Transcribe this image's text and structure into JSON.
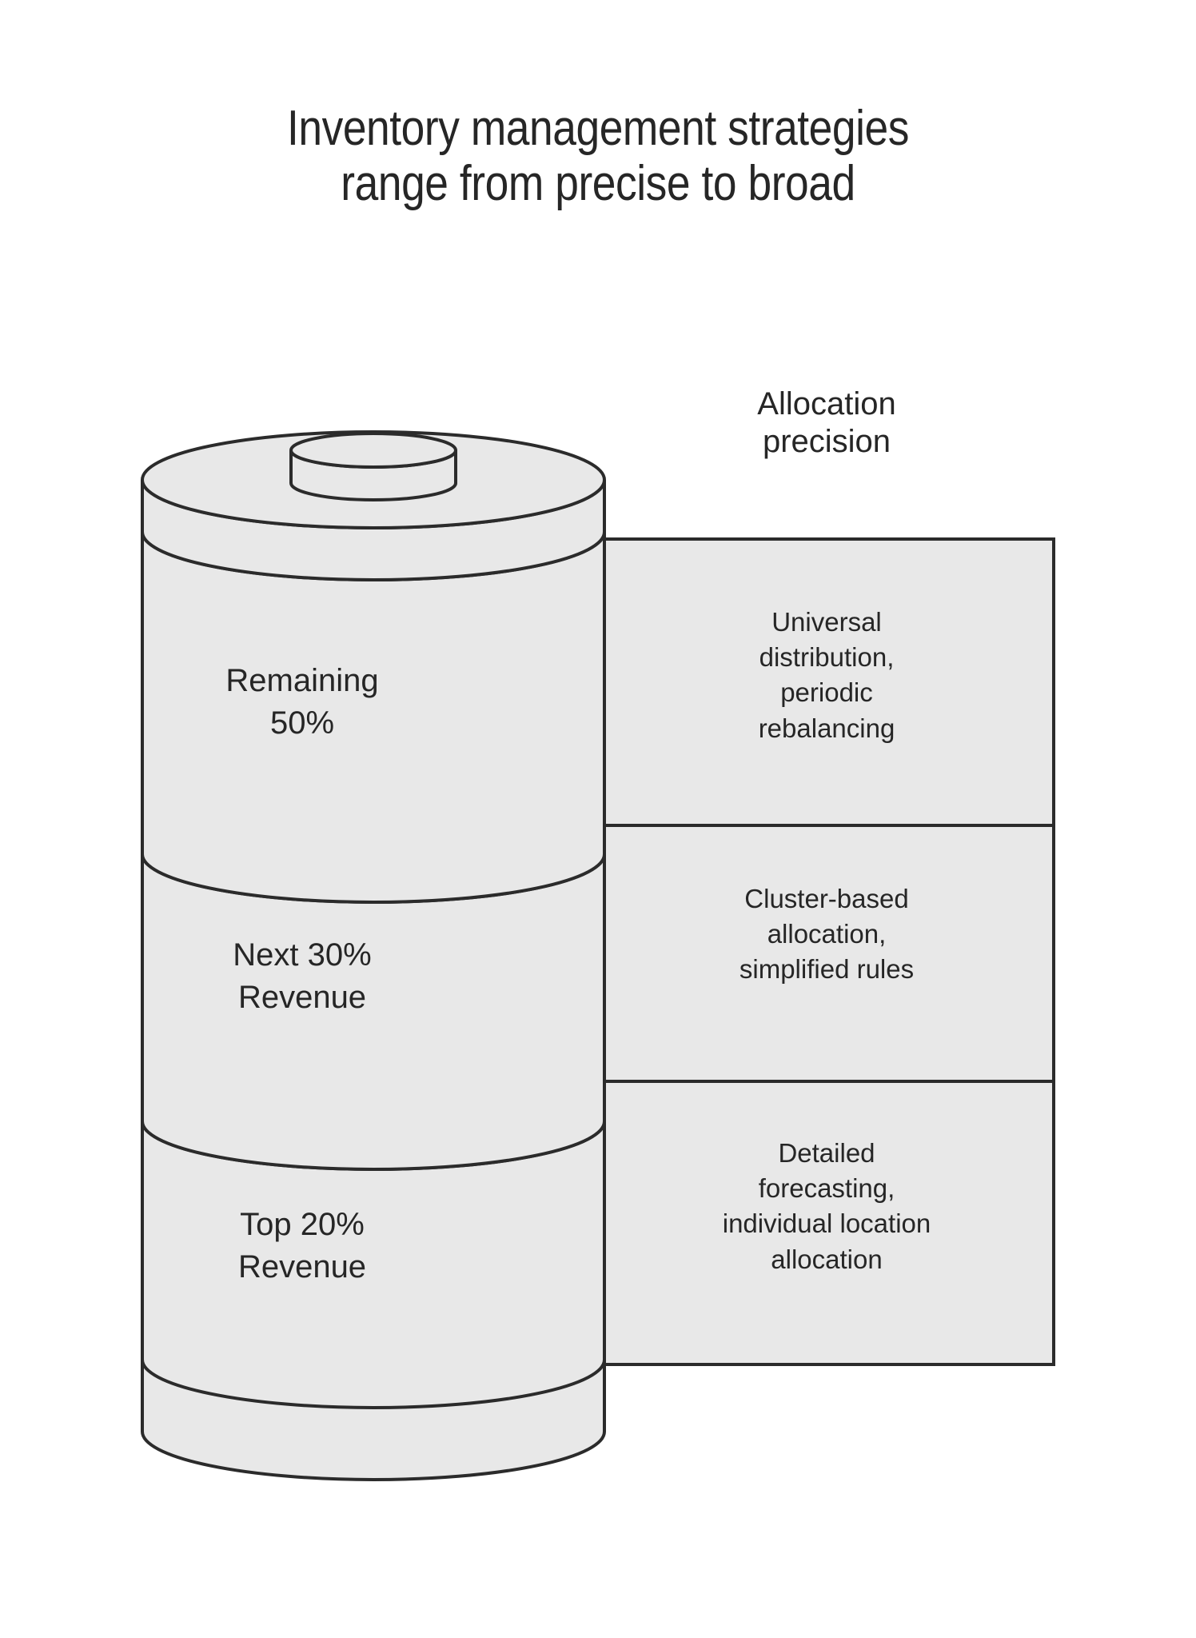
{
  "page": {
    "background_color": "#ffffff",
    "stroke_color": "#2b2b2b",
    "fill_color": "#e8e8e8",
    "text_color": "#262626"
  },
  "title": {
    "line1": "Inventory management strategies",
    "line2": "range from precise to broad"
  },
  "column_header": {
    "line1": "Allocation",
    "line2": "precision"
  },
  "cylinder": {
    "name": "segmented-cylinder",
    "segments": [
      {
        "id": "remaining-50",
        "label_line1": "Remaining",
        "label_line2": "50%"
      },
      {
        "id": "next-30",
        "label_line1": "Next 30%",
        "label_line2": "Revenue"
      },
      {
        "id": "top-20",
        "label_line1": "Top 20%",
        "label_line2": "Revenue"
      }
    ]
  },
  "precision_boxes": [
    {
      "id": "universal-distribution",
      "lines": [
        "Universal",
        "distribution,",
        "periodic",
        "rebalancing"
      ]
    },
    {
      "id": "cluster-based",
      "lines": [
        "Cluster-based",
        "allocation,",
        "simplified rules"
      ]
    },
    {
      "id": "detailed-forecasting",
      "lines": [
        "Detailed",
        "forecasting,",
        "individual location",
        "allocation"
      ]
    }
  ],
  "chart_data": {
    "type": "diagram",
    "title": "Inventory management strategies range from precise to broad",
    "shape": "stacked 3D cylinder with mapped description boxes",
    "categories": [
      "Top 20% Revenue",
      "Next 30% Revenue",
      "Remaining 50%"
    ],
    "values": [
      20,
      30,
      50
    ],
    "value_unit": "percent of revenue",
    "series": [
      {
        "name": "Allocation precision",
        "values": [
          "Detailed forecasting, individual location allocation",
          "Cluster-based allocation, simplified rules",
          "Universal distribution, periodic rebalancing"
        ]
      }
    ]
  }
}
